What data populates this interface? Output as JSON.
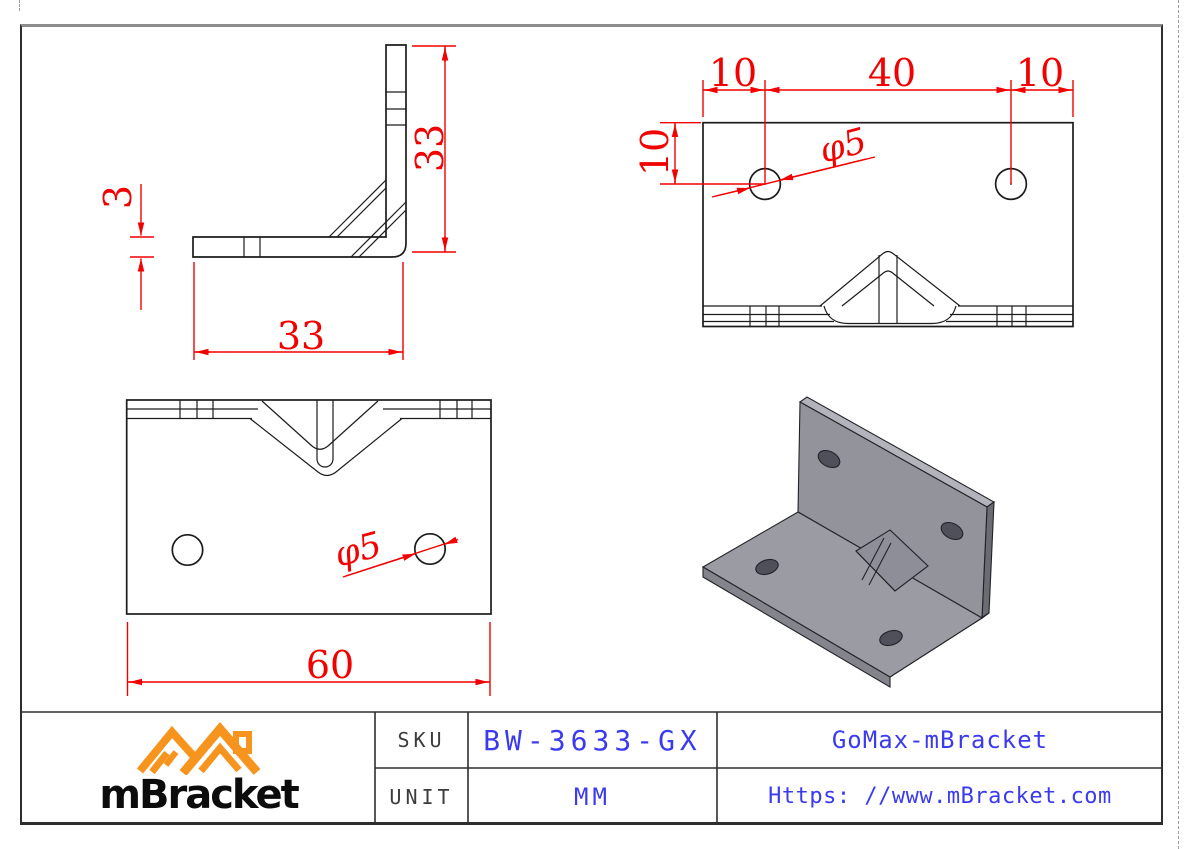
{
  "colors": {
    "dimension_red": "#f30000",
    "line_black": "#1c1c1c",
    "cad_blue": "#3a3af0",
    "label_gray": "#3c3c3c",
    "logo_orange": "#f7941e",
    "border_blue": "#6a6af8",
    "metal_gray": "#95959d"
  },
  "views": {
    "side": {
      "thickness": "3",
      "width": "33",
      "height": "33"
    },
    "top": {
      "edge_left": "10",
      "holes_span": "40",
      "edge_right": "10",
      "edge_top": "10",
      "hole_diameter": "φ5"
    },
    "front": {
      "width": "60",
      "hole_diameter": "φ5"
    }
  },
  "title_block": {
    "logo_text": "mBracket",
    "sku_label": "SKU",
    "sku_value": "BW-3633-GX",
    "unit_label": "UNIT",
    "unit_value": "MM",
    "company": "GoMax-mBracket",
    "website": "Https: //www.mBracket.com"
  }
}
